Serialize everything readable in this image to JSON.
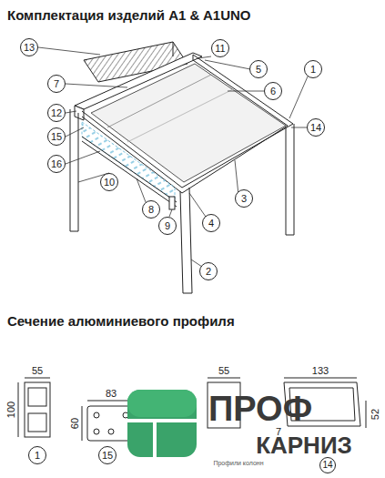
{
  "diagram": {
    "title": "Комплектация изделий A1 & A1UNO",
    "labels": [
      "13",
      "11",
      "5",
      "1",
      "7",
      "6",
      "12",
      "14",
      "15",
      "16",
      "10",
      "8",
      "3",
      "9",
      "4",
      "2",
      "Сечение алюминиевого профиля",
      "55",
      "100",
      "1",
      "83",
      "60",
      "15",
      "55",
      "7",
      "133",
      "52",
      "14",
      "ПРОФ",
      "КАРНИЗ",
      "Профили колонн"
    ]
  }
}
